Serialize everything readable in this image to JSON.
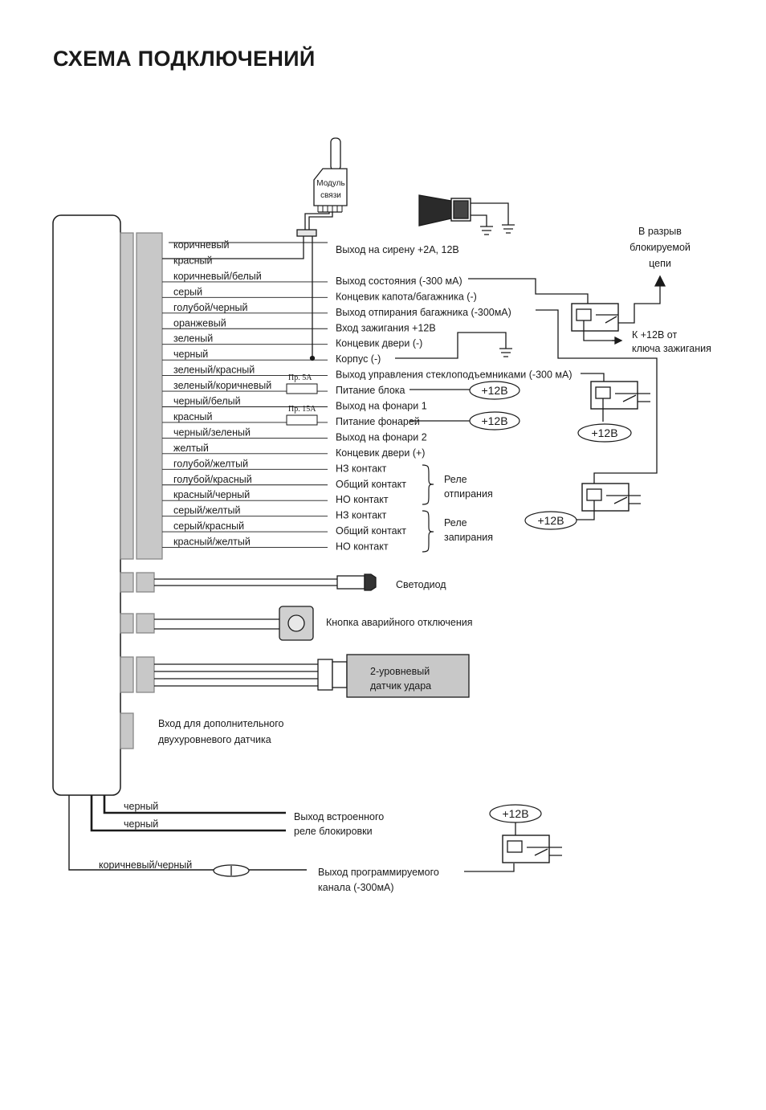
{
  "title": "СХЕМА ПОДКЛЮЧЕНИЙ",
  "module": {
    "line1": "Модуль",
    "line2": "связи"
  },
  "wires": [
    "коричневый",
    "красный",
    "коричневый/белый",
    "серый",
    "голубой/черный",
    "оранжевый",
    "зеленый",
    "черный",
    "зеленый/красный",
    "зеленый/коричневый",
    "черный/белый",
    "красный",
    "черный/зеленый",
    "желтый",
    "голубой/желтый",
    "голубой/красный",
    "красный/черный",
    "серый/желтый",
    "серый/красный",
    "красный/желтый"
  ],
  "functions": [
    "Выход на сирену +2А, 12В",
    "",
    "Выход состояния (-300 мА)",
    "Концевик капота/багажника (-)",
    "Выход отпирания багажника (-300мА)",
    "Вход зажигания +12В",
    "Концевик двери (-)",
    "Корпус (-)",
    "Выход управления стеклоподъемниками (-300 мА)",
    "Питание блока",
    "Выход на фонари 1",
    "Питание фонарей",
    "Выход на фонари 2",
    "Концевик двери (+)",
    "НЗ контакт",
    "Общий контакт",
    "НО контакт",
    "НЗ контакт",
    "Общий контакт",
    "НО контакт"
  ],
  "fuses": {
    "fuse1": "Пр. 5А",
    "fuse2": "Пр. 15А"
  },
  "plus12": "+12В",
  "relay_groups": {
    "unlock": {
      "line1": "Реле",
      "line2": "отпирания"
    },
    "lock": {
      "line1": "Реле",
      "line2": "запирания"
    }
  },
  "break_circuit": {
    "line1": "В разрыв",
    "line2": "блокируемой",
    "line3": "цепи"
  },
  "ignition_key": {
    "line1": "К +12В от",
    "line2": "ключа зажигания"
  },
  "led_label": "Светодиод",
  "emergency_button_label": "Кнопка аварийного отключения",
  "shock_sensor": {
    "line1": "2-уровневый",
    "line2": "датчик удара"
  },
  "extra_sensor_input": {
    "line1": "Вход для дополнительного",
    "line2": "двухуровневого датчика"
  },
  "bottom_wires": {
    "black1": "черный",
    "black2": "черный",
    "relay_output": {
      "line1": "Выход встроенного",
      "line2": "реле блокировки"
    },
    "brown_black": "коричневый/черный",
    "programmable": {
      "line1": "Выход программируемого",
      "line2": "канала (-300мА)"
    }
  }
}
